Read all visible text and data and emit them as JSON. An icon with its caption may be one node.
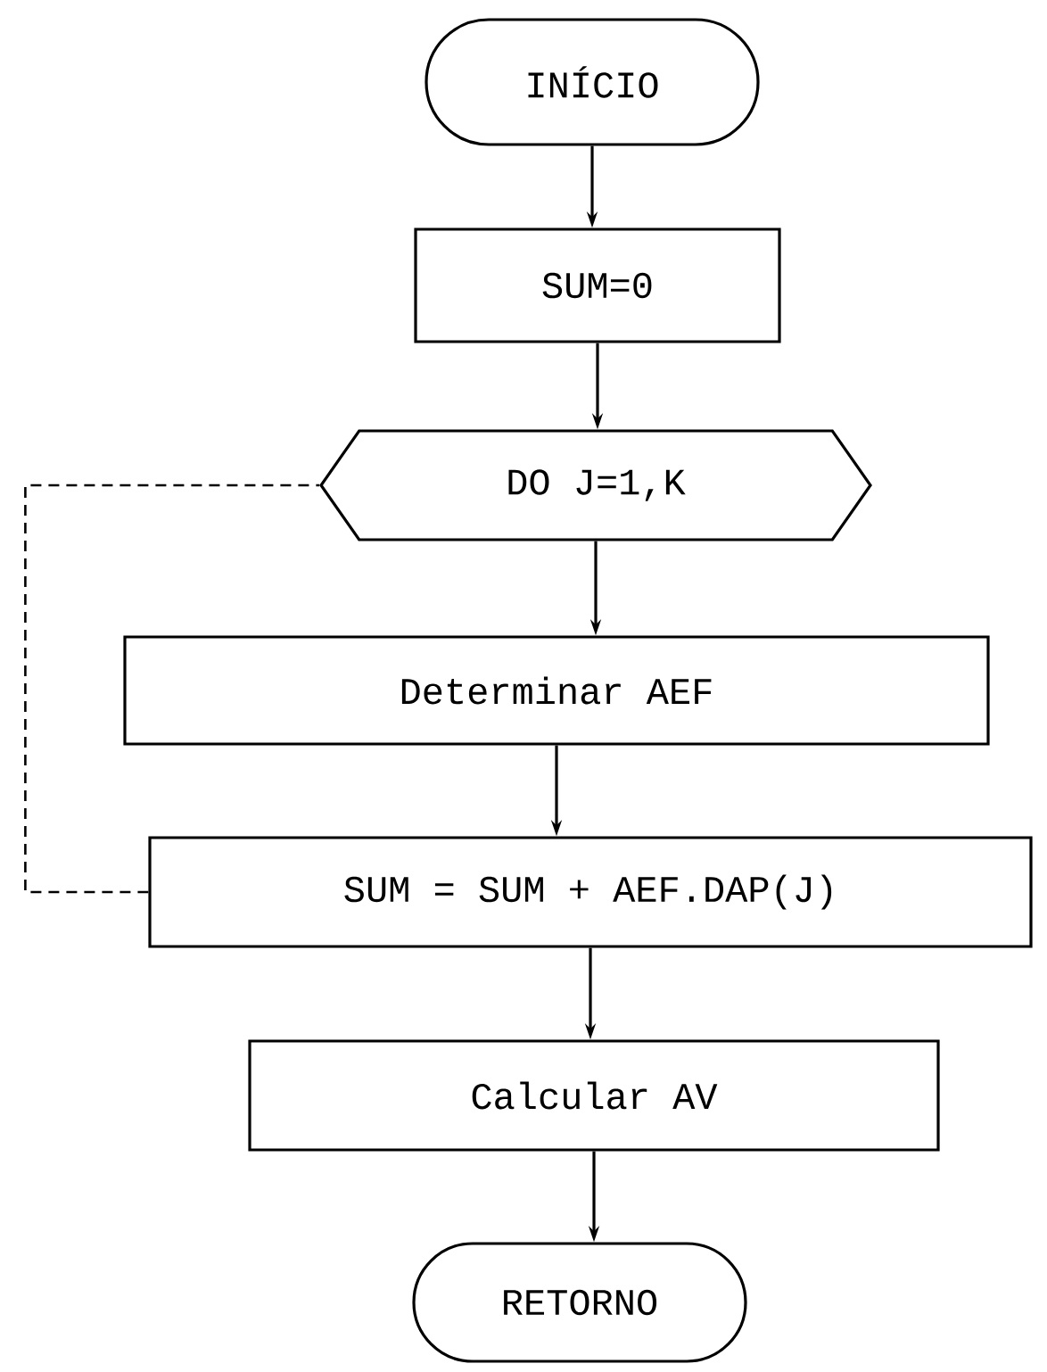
{
  "diagram": {
    "nodes": [
      {
        "text": [
          "INÍCIO"
        ]
      },
      {
        "text": [
          "SUM=0"
        ]
      },
      {
        "text": [
          "DO  J=1,K"
        ]
      },
      {
        "text": [
          "Determinar  AEF"
        ]
      },
      {
        "text": [
          "SUM = SUM + AEF.DAP(J)"
        ]
      },
      {
        "text": [
          "Calcular AV"
        ]
      },
      {
        "text": [
          "RETORNO"
        ]
      }
    ],
    "edges": [
      {
        "from": 0,
        "to": 1,
        "arrow": "to"
      },
      {
        "from": 1,
        "to": 2,
        "arrow": "to"
      },
      {
        "from": 2,
        "to": 3,
        "arrow": "to"
      },
      {
        "from": 3,
        "to": 4,
        "arrow": "to"
      },
      {
        "from": 4,
        "to": 5,
        "arrow": "to"
      },
      {
        "from": 5,
        "to": 6,
        "arrow": "to"
      },
      {
        "from": 4,
        "to": 2,
        "arrow": "none",
        "style": "dashed"
      }
    ]
  }
}
